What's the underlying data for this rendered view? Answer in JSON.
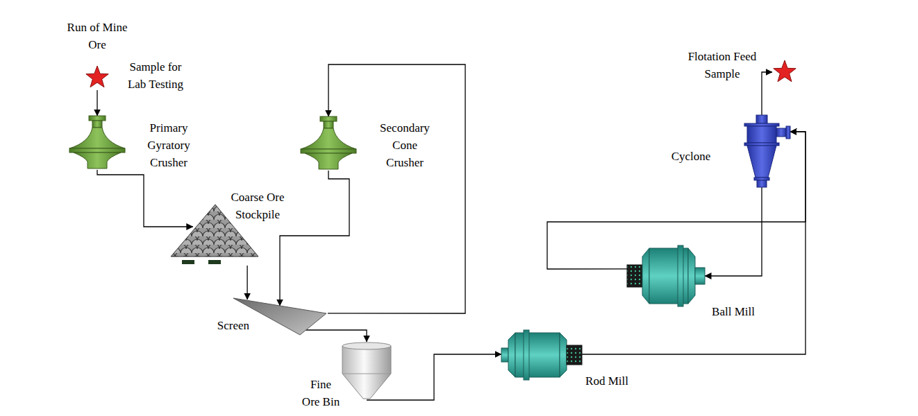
{
  "diagram": {
    "nodes": [
      {
        "text": [
          "Run of Mine Ore",
          "Sample for Lab Testing"
        ]
      },
      {
        "text": [
          "Primary Gyratory Crusher"
        ]
      },
      {
        "text": [
          "Coarse Ore Stockpile"
        ]
      },
      {
        "text": [
          "Secondary Cone Crusher"
        ]
      },
      {
        "text": [
          "Screen"
        ]
      },
      {
        "text": [
          "Fine Ore Bin"
        ]
      },
      {
        "text": [
          "Rod Mill"
        ]
      },
      {
        "text": [
          "Cyclone"
        ]
      },
      {
        "text": [
          "Ball Mill"
        ]
      },
      {
        "text": [
          "Flotation Feed Sample"
        ]
      }
    ],
    "edges": [
      {
        "from": 0,
        "to": 1,
        "arrow": "to"
      },
      {
        "from": 1,
        "to": 2,
        "arrow": "to"
      },
      {
        "from": 2,
        "to": 4,
        "arrow": "to"
      },
      {
        "from": 4,
        "to": 3,
        "arrow": "to"
      },
      {
        "from": 3,
        "to": 4,
        "arrow": "to"
      },
      {
        "from": 4,
        "to": 5,
        "arrow": "to"
      },
      {
        "from": 5,
        "to": 6,
        "arrow": "to"
      },
      {
        "from": 6,
        "to": 7,
        "arrow": "to"
      },
      {
        "from": 7,
        "to": 8,
        "arrow": "to"
      },
      {
        "from": 8,
        "to": 7,
        "arrow": "to"
      },
      {
        "from": 7,
        "to": 9,
        "arrow": "to"
      }
    ]
  }
}
